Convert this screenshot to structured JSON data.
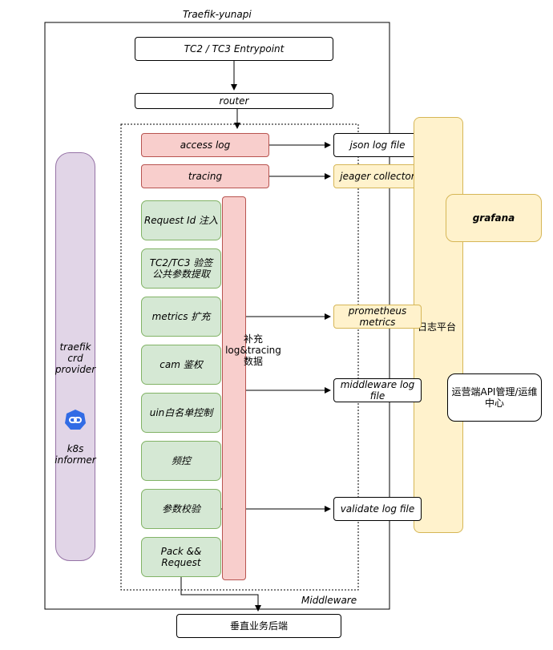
{
  "outer": {
    "title": "Traefik-yunapi"
  },
  "entrypoint": "TC2 / TC3 Entrypoint",
  "router": "router",
  "middleware_group": {
    "label": "Middleware"
  },
  "access_log": "access log",
  "tracing": "tracing",
  "json_log_file": "json log file",
  "jeager_collector": "jeager collector",
  "middlewares": [
    "Request Id 注入",
    "TC2/TC3 验签\n公共参数提取",
    "metrics 扩充",
    "cam 鉴权",
    "uin白名单控制",
    "频控",
    "参数校验",
    "Pack &&\nRequest"
  ],
  "supplement": "补充\nlog&tracing\n数据",
  "prometheus": "prometheus\nmetrics",
  "middleware_log_file": "middleware log\nfile",
  "validate_log_file": "validate log file",
  "log_platform": "日志平台",
  "grafana": "grafana",
  "ops_center": "运营端API管理/运维\n中心",
  "provider": {
    "title": "traefik\ncrd\nprovider",
    "informer": "k8s\ninformer",
    "icon": "k8s-link-icon"
  },
  "backend": "垂直业务后端",
  "colors": {
    "pink": "#f8cecc",
    "green": "#d5e8d4",
    "yellow": "#fff2cc",
    "purple": "#e1d5e7",
    "k8s_blue": "#326ce5"
  }
}
